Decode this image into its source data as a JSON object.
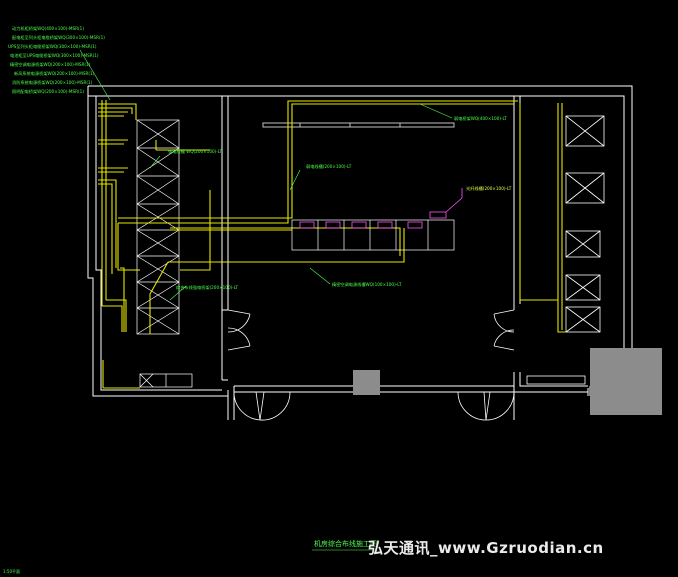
{
  "drawing": {
    "title": "机房综合布线施工图",
    "scale_note": "1:8",
    "corner_tag": "1:50平面",
    "watermark": "弘天通讯_www.Gzruodian.cn"
  },
  "labels": {
    "left_stack": [
      "动力机柜桥架WQ(400×100)-MSR(1)",
      "配电柜至列头柜电缆桥架WQ(300×100)-MSR(1)",
      "UPS至列头柜电缆桥架WQ(300×100)-MSR(1)",
      "电池柜至UPS电缆桥架WQ(300×100)-MSR(1)",
      "精密空调电源桥架WQ(200×100)-MSR(1)",
      "新风系统电源桥架WQ(200×100)-MSR(1)",
      "消防系统电源桥架WQ(200×100)-MSR(1)",
      "照明配电桥架WQ(200×100)-MSR(1)"
    ],
    "mid_left": "强电线槽 WQ(200×100)-LT",
    "lower_left": "综合布线强电桥架(200×100)-LT",
    "center": "弱电线槽(200×100)-LT",
    "bottom_center": "精密空调电源线槽WQ(100×100)-LT",
    "top_right": "弱电桥架WQ(400×100)-LT",
    "magenta_right": "光纤线槽(200×100)-LT"
  }
}
